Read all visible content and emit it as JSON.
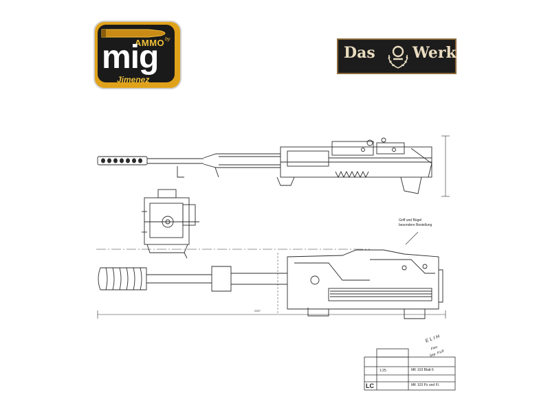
{
  "logos": {
    "left": {
      "ammo": "AMMO",
      "by": "by",
      "mig": "mig",
      "jimenez": "Jimenez",
      "accent": "#e0a21a"
    },
    "right": {
      "das": "Das",
      "werk": "Werk",
      "bg": "#1c1c1c"
    }
  },
  "drawing": {
    "annotation": {
      "line1": "Griff und Bügel",
      "line2": "besondere Bestellung"
    },
    "overall_dim": "2327",
    "title_block": {
      "code": "LC",
      "scale": "1:25",
      "sheet": "MK 103 Blatt 6",
      "name": "MK 103 Pz und Fl."
    },
    "handwriting": {
      "line1": "E L I H",
      "line2": "Fino",
      "line3": "Sep. P.Lill"
    }
  }
}
